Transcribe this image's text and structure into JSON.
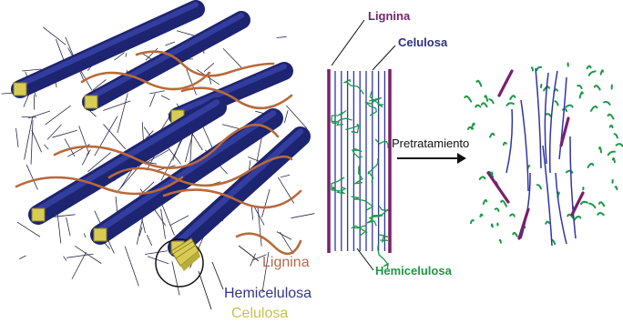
{
  "colors": {
    "lignin": "#7a1f6e",
    "lignin_fiber": "#b86a3a",
    "cellulose_text": "#2d2f8f",
    "cellulose_bundle": "#1d2470",
    "cellulose_tip": "#d8cc55",
    "hemicellulose": "#1a9a45",
    "fiber_blue": "#2f35a8",
    "lignin_label_left": "#b36a4a",
    "hemi_label_left": "#33338a",
    "cellulose_label_left": "#c8c050"
  },
  "left_panel": {
    "labels": {
      "lignin": "Lignina",
      "hemicellulose": "Hemicelulosa",
      "cellulose": "Celulosa"
    }
  },
  "middle_panel": {
    "labels": {
      "lignin": "Lignina",
      "cellulose": "Celulosa",
      "hemicellulose": "Hemicelulosa"
    }
  },
  "arrow": {
    "label": "Pretratamiento"
  }
}
